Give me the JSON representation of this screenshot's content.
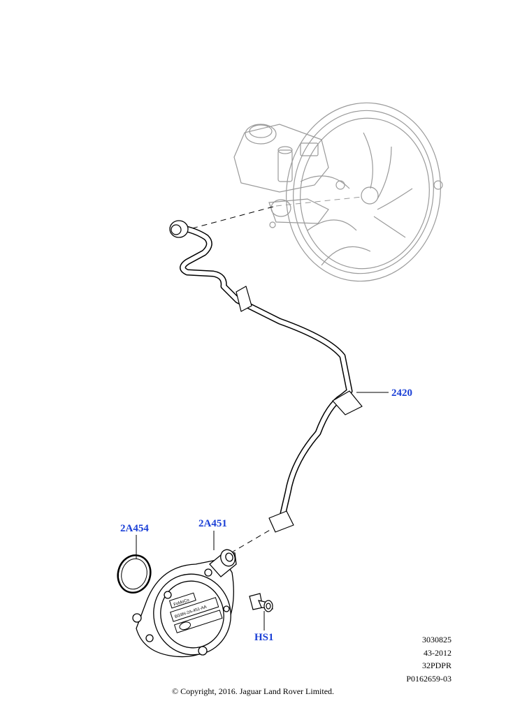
{
  "callouts": {
    "brake_pipe": "2420",
    "o_ring": "2A454",
    "vacuum_pump": "2A451",
    "bolt": "HS1"
  },
  "pump_face_text": {
    "brand": "FoMoCo",
    "part_no": "BG9N-2A-451-AA"
  },
  "meta": {
    "line1": "3030825",
    "line2": "43-2012",
    "line3": "32PDPR",
    "line4": "P0162659-03"
  },
  "copyright": "© Copyright, 2016. Jaguar Land Rover Limited.",
  "colors": {
    "callout": "#1a3fd6",
    "line": "#000000",
    "background": "#ffffff"
  }
}
